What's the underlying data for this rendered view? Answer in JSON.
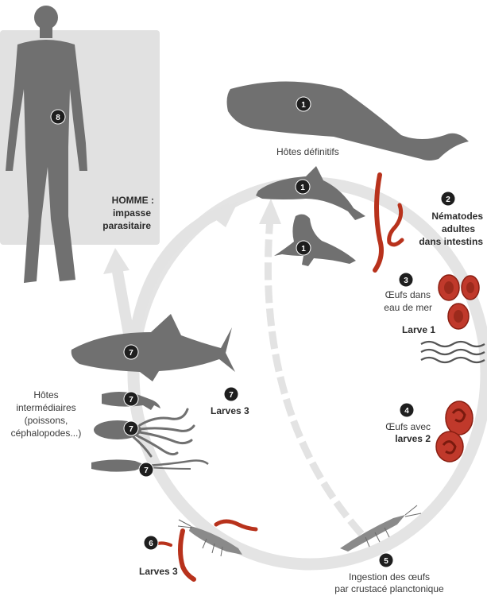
{
  "human": {
    "badge": "8",
    "title": "HOMME :",
    "line2": "impasse",
    "line3": "parasitaire"
  },
  "definitive_hosts": {
    "label": "Hôtes définitifs",
    "badge": "1"
  },
  "step2": {
    "badge": "2",
    "line1": "Nématodes",
    "line2": "adultes",
    "line3": "dans intestins"
  },
  "step3": {
    "badge": "3",
    "line1": "Œufs dans",
    "line2": "eau de mer",
    "larva": "Larve 1"
  },
  "step4": {
    "badge": "4",
    "line1": "Œufs avec",
    "line2": "larves 2"
  },
  "step5": {
    "badge": "5",
    "line1": "Ingestion des œufs",
    "line2": "par crustacé planctonique"
  },
  "step6": {
    "badge": "6",
    "label": "Larves 3"
  },
  "step7": {
    "badge": "7",
    "label": "Larves 3"
  },
  "intermediate_hosts": {
    "line1": "Hôtes",
    "line2": "intermédiaires",
    "line3": "(poissons,",
    "line4": "céphalopodes...)"
  },
  "colors": {
    "silhouette": "#707070",
    "human_panel": "#e1e1e1",
    "cycle": "#e3e3e3",
    "worm": "#b8321c",
    "egg": "#c0392b",
    "badge": "#1e1e1e"
  }
}
